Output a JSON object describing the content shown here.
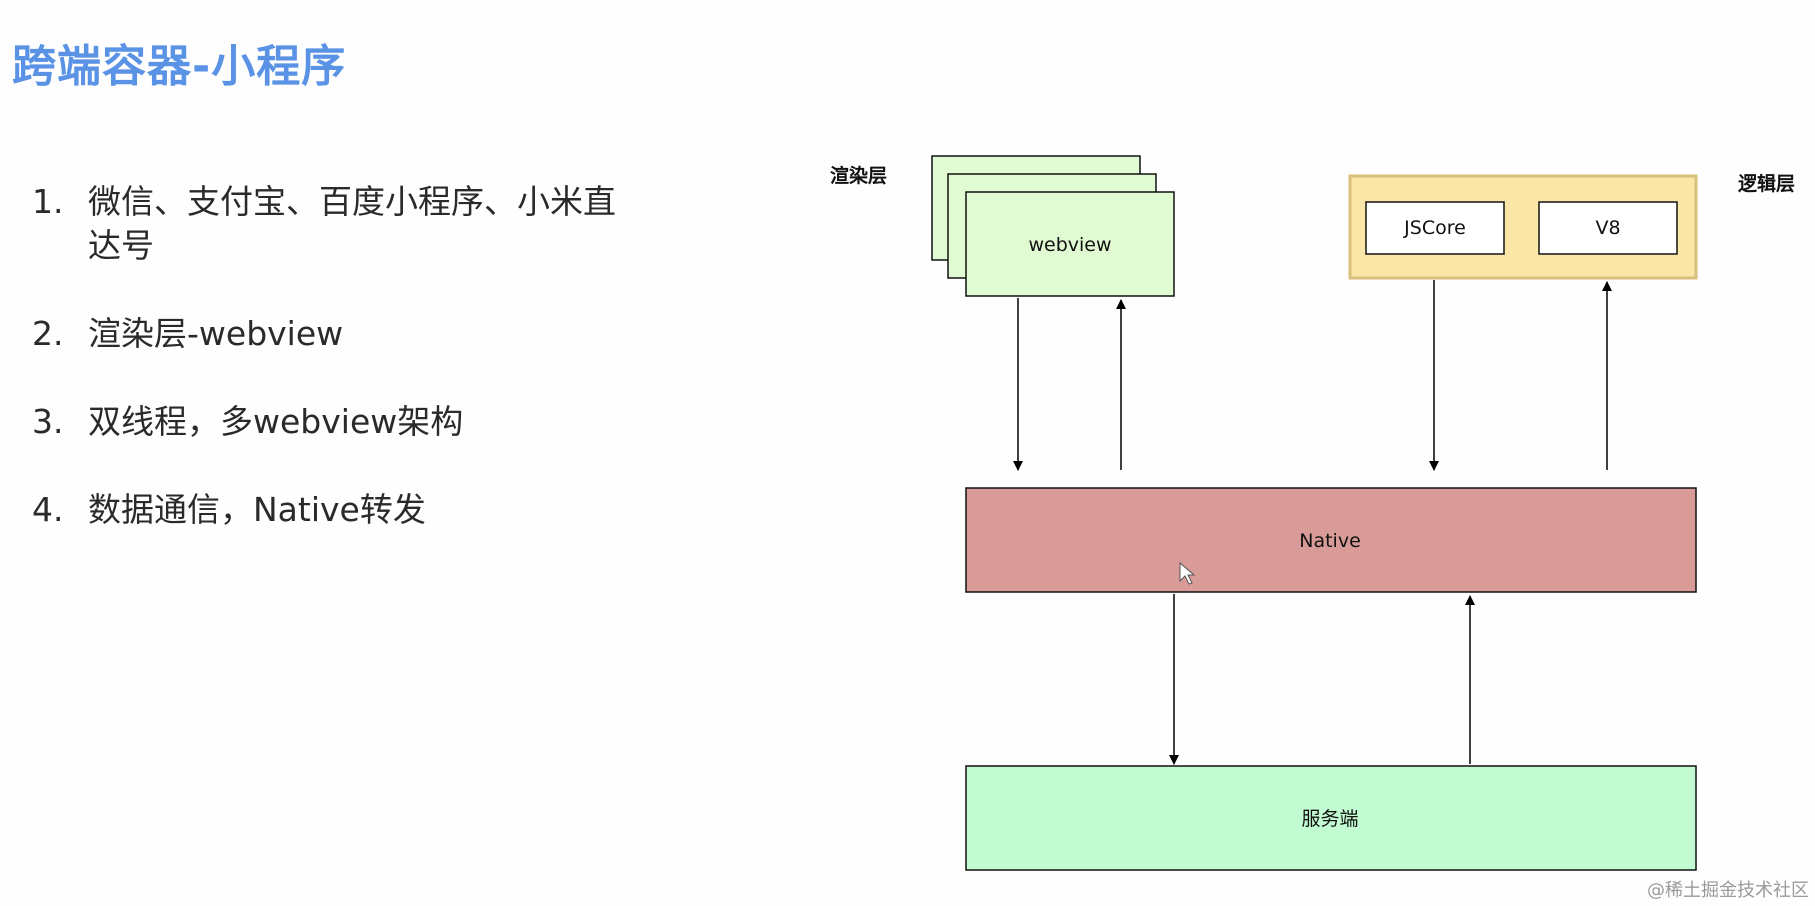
{
  "slide": {
    "title": "跨端容器-小程序",
    "items": [
      {
        "num": "1.",
        "text": "微信、支付宝、百度小程序、小米直达号"
      },
      {
        "num": "2.",
        "text": "渲染层-webview"
      },
      {
        "num": "3.",
        "text": "双线程，多webview架构"
      },
      {
        "num": "4.",
        "text": "数据通信，Native转发"
      }
    ]
  },
  "diagram": {
    "render_layer_label": "渲染层",
    "logic_layer_label": "逻辑层",
    "webview_label": "webview",
    "jscore_label": "JSCore",
    "v8_label": "V8",
    "native_label": "Native",
    "server_label": "服务端",
    "colors": {
      "webview_fill": "#e0fbd2",
      "logic_fill": "#fae6a7",
      "logic_border": "#d8c07a",
      "native_fill": "#d99b97",
      "server_fill": "#c2fbd2",
      "title": "#5a93e6"
    }
  },
  "footer": {
    "watermark": "@稀土掘金技术社区"
  }
}
